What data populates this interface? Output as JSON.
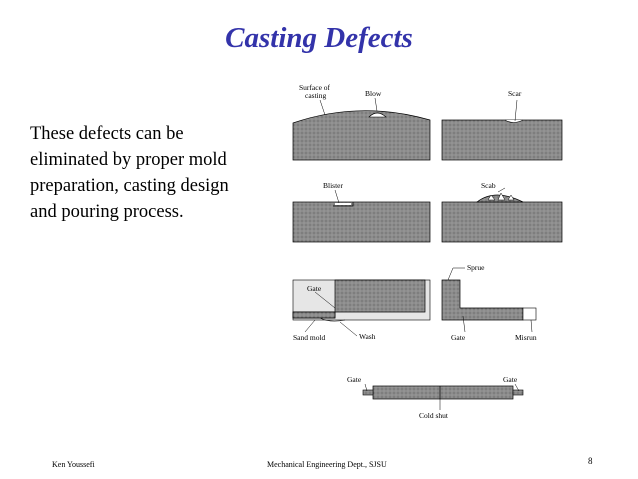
{
  "slide": {
    "title": "Casting Defects",
    "body": [
      "These defects can be",
      "eliminated by proper mold",
      "preparation, casting design",
      "and pouring process."
    ],
    "footer_left": "Ken Youssefi",
    "footer_center": "Mechanical Engineering Dept., SJSU",
    "page_number": "8"
  },
  "figure": {
    "labels": {
      "surface_of_casting_1": "Surface of",
      "surface_of_casting_2": "casting",
      "blow": "Blow",
      "scar": "Scar",
      "blister": "Blister",
      "scab": "Scab",
      "gate": "Gate",
      "sand_mold": "Sand mold",
      "wash": "Wash",
      "sprue": "Sprue",
      "misrun": "Misrun",
      "cold_shut": "Cold shut"
    }
  }
}
